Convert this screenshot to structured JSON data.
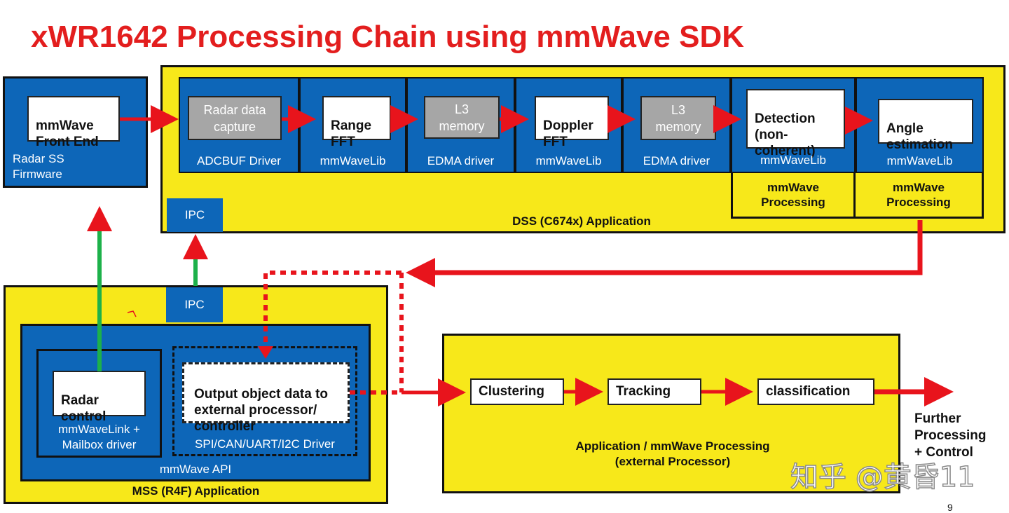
{
  "title": "xWR1642 Processing Chain using mmWave SDK",
  "radar_ss": {
    "box": "mmWave\nFront End",
    "label": "Radar SS\nFirmware"
  },
  "dss": {
    "app_label": "DSS (C674x) Application",
    "ipc": "IPC",
    "stages": [
      {
        "box": "Radar data\ncapture",
        "label": "ADCBUF Driver"
      },
      {
        "box": "Range\nFFT",
        "label": "mmWaveLib"
      },
      {
        "box": "L3\nmemory",
        "label": "EDMA driver"
      },
      {
        "box": "Doppler\nFFT",
        "label": "mmWaveLib"
      },
      {
        "box": "L3\nmemory",
        "label": "EDMA driver"
      },
      {
        "box": "Detection\n(non-\ncoherent)",
        "label": "mmWaveLib",
        "sub": "mmWave\nProcessing"
      },
      {
        "box": "Angle\nestimation",
        "label": "mmWaveLib",
        "sub": "mmWave\nProcessing"
      }
    ]
  },
  "mss": {
    "app_label": "MSS (R4F) Application",
    "ipc": "IPC",
    "api_label": "mmWave API",
    "radar_control": {
      "box": "Radar\ncontrol",
      "label": "mmWaveLink +\nMailbox driver"
    },
    "output": {
      "box": "Output object data to\nexternal processor/\ncontroller",
      "label": "SPI/CAN/UART/I2C Driver"
    }
  },
  "external": {
    "label": "Application  / mmWave Processing\n(external Processor)",
    "steps": [
      "Clustering",
      "Tracking",
      "classification"
    ],
    "further": "Further\nProcessing\n+ Control"
  },
  "watermark": "知乎 @黄昏11",
  "page_number": "9",
  "colors": {
    "title": "#e31e1e",
    "yellow": "#f7e81a",
    "blue": "#0d66b8",
    "arrow_red": "#e8141c",
    "arrow_green": "#1db14a"
  }
}
